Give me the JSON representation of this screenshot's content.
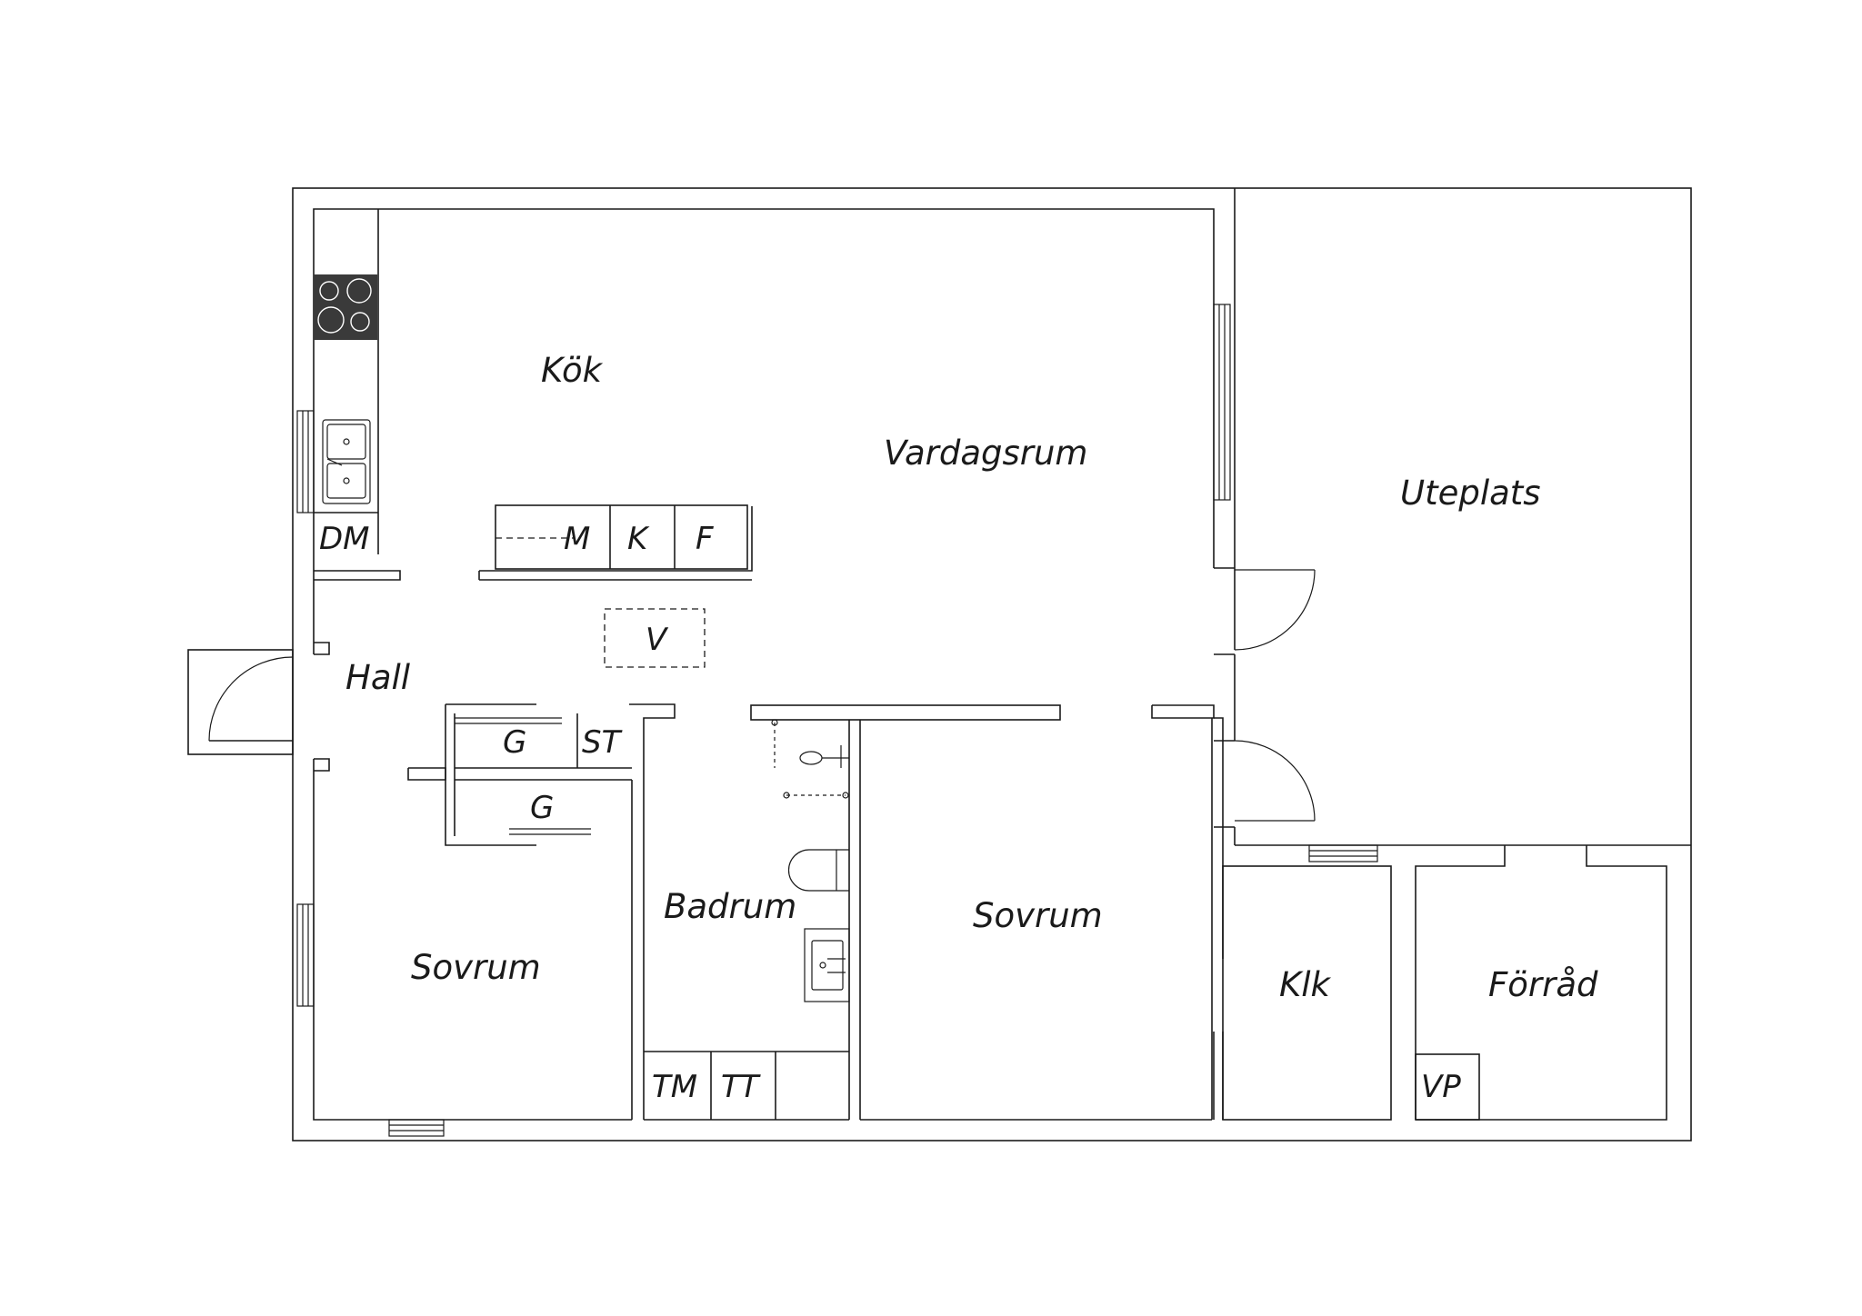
{
  "rooms": {
    "kok": "Kök",
    "vardagsrum": "Vardagsrum",
    "uteplats": "Uteplats",
    "hall": "Hall",
    "sovrum_left": "Sovrum",
    "badrum": "Badrum",
    "sovrum_mid": "Sovrum",
    "klk": "Klk",
    "forrad": "Förråd"
  },
  "fixtures": {
    "dm": "DM",
    "m": "M",
    "k": "K",
    "f": "F",
    "v": "V",
    "g_upper": "G",
    "st": "ST",
    "g_lower": "G",
    "tm": "TM",
    "tt": "TT",
    "vp": "VP"
  },
  "icons": {
    "stove": "stove-icon",
    "sink": "kitchen-sink-icon",
    "shower": "shower-icon",
    "toilet": "toilet-icon",
    "washbasin": "washbasin-icon"
  },
  "colors": {
    "line": "#1a1a1a",
    "background": "#ffffff",
    "stove": "#3a3a3a"
  }
}
